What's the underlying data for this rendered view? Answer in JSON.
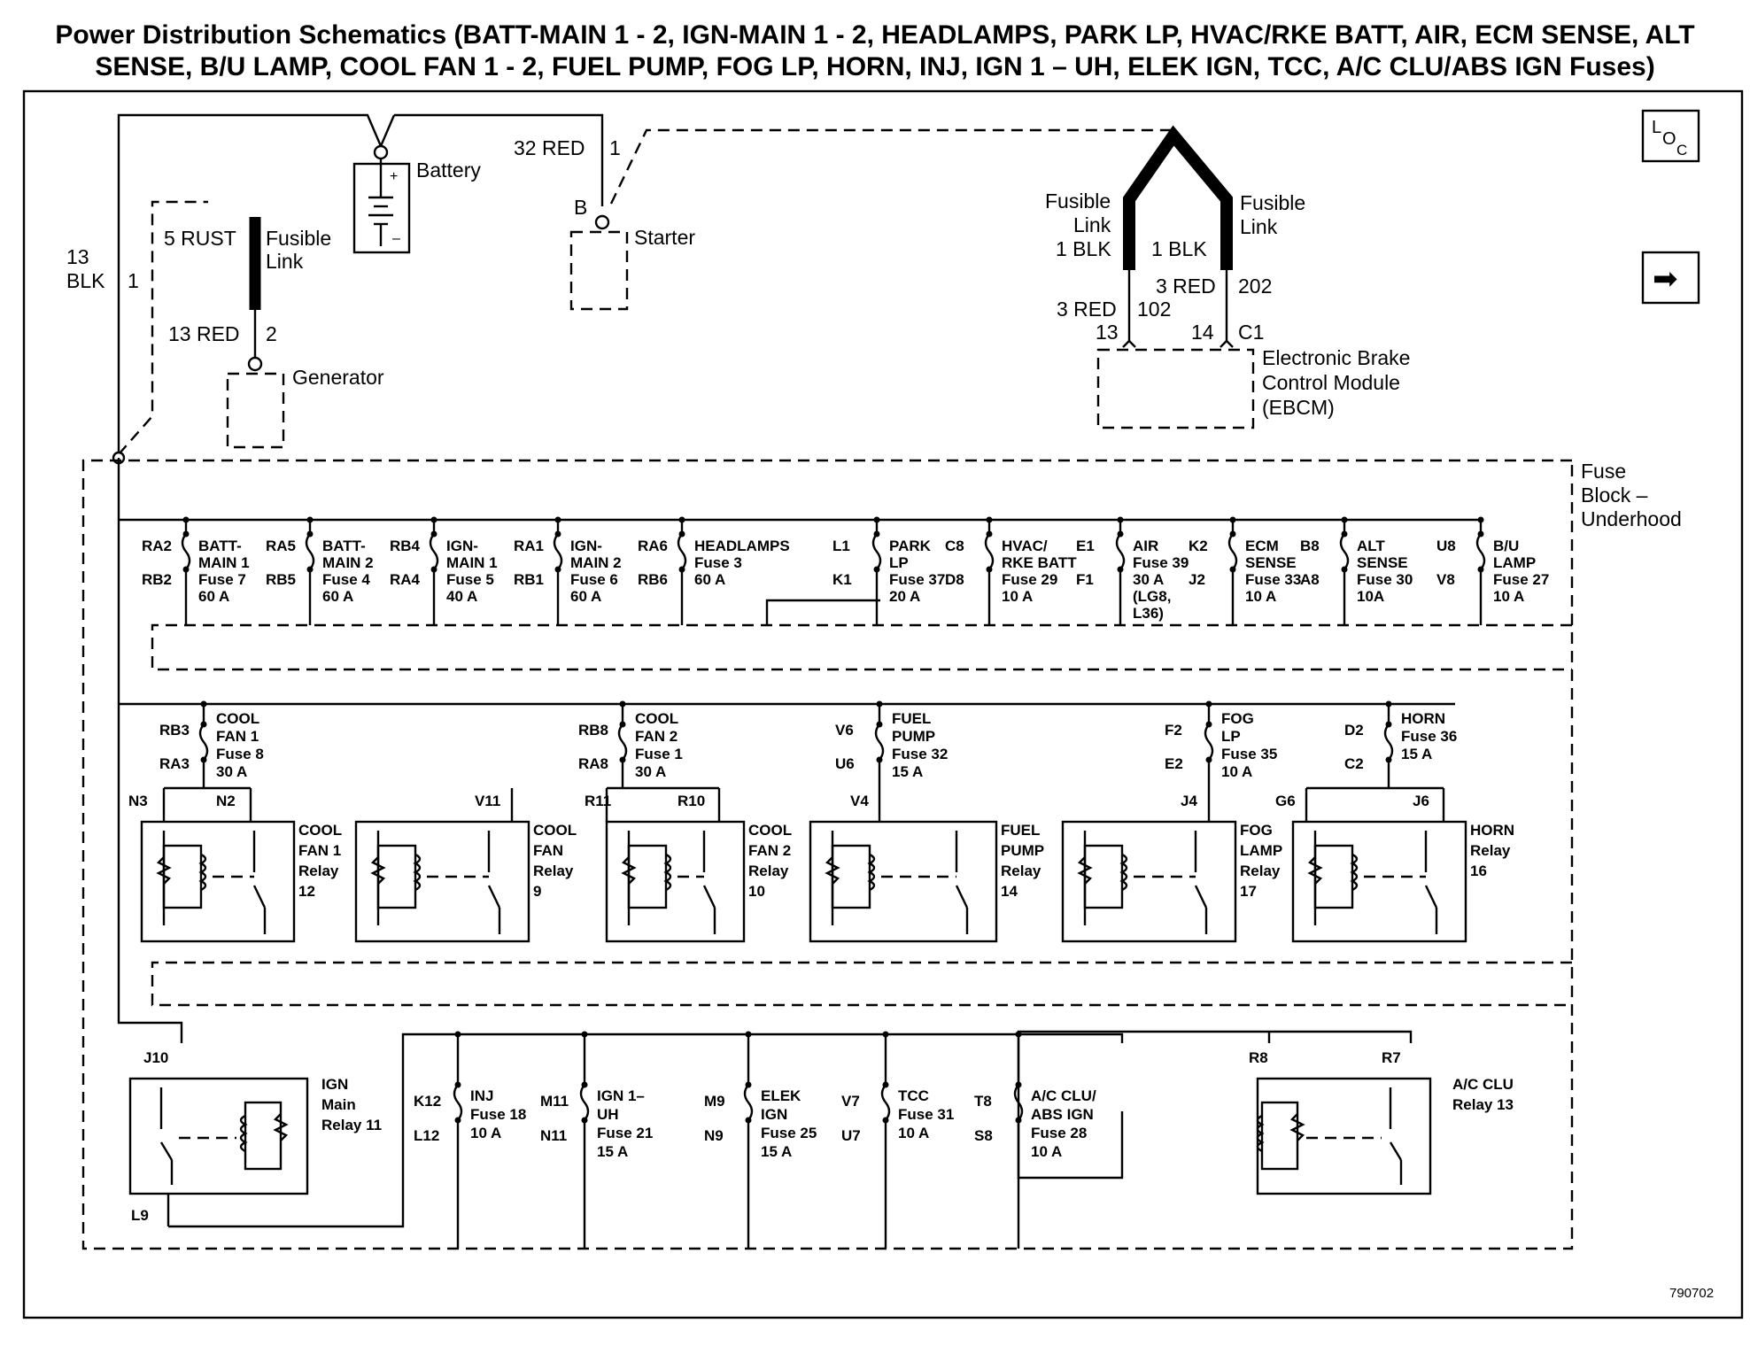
{
  "title": {
    "line1": "Power Distribution Schematics (BATT-MAIN 1 - 2, IGN-MAIN 1 - 2, HEADLAMPS, PARK LP, HVAC/RKE BATT, AIR, ECM SENSE, ALT",
    "line2": "SENSE, B/U LAMP, COOL FAN 1 - 2, FUEL PUMP, FOG LP, HORN, INJ, IGN 1 – UH, ELEK IGN, TCC, A/C CLU/ABS IGN Fuses)"
  },
  "top": {
    "battery": "Battery",
    "starter": "Starter",
    "starter_pin": "B",
    "starter_wire": "32 RED",
    "starter_wire_pin": "1",
    "generator": "Generator",
    "gen_wire": "13 RED",
    "gen_wire_pin": "2",
    "rust_wire": "5 RUST",
    "fusible_link": "Fusible",
    "fusible_link2": "Link",
    "main_wire_1": "13",
    "main_wire_2": "BLK",
    "main_wire_pin": "1",
    "ebcm_fl_left_1": "Fusible",
    "ebcm_fl_left_2": "Link",
    "ebcm_fl_left_3": "1 BLK",
    "ebcm_fl_right_1": "Fusible",
    "ebcm_fl_right_2": "Link",
    "ebcm_fl_right_3": "1 BLK",
    "ebcm_w1": "3 RED",
    "ebcm_w1_ckt": "102",
    "ebcm_w2": "3 RED",
    "ebcm_w2_ckt": "202",
    "ebcm_pin13": "13",
    "ebcm_pin14": "14",
    "ebcm_conn": "C1",
    "ebcm_1": "Electronic Brake",
    "ebcm_2": "Control Module",
    "ebcm_3": "(EBCM)",
    "fuse_block_1": "Fuse",
    "fuse_block_2": "Block –",
    "fuse_block_3": "Underhood",
    "loc_l": "L",
    "loc_o": "O",
    "loc_c": "C",
    "next_arrow": "➡",
    "figure_no": "790702"
  },
  "fuses_row1": [
    {
      "top_pin": "RA2",
      "bot_pin": "RB2",
      "lines": [
        "BATT-",
        "MAIN 1",
        "Fuse 7",
        "60 A"
      ]
    },
    {
      "top_pin": "RA5",
      "bot_pin": "RB5",
      "lines": [
        "BATT-",
        "MAIN 2",
        "Fuse 4",
        "60 A"
      ]
    },
    {
      "top_pin": "RB4",
      "bot_pin": "RA4",
      "lines": [
        "IGN-",
        "MAIN 1",
        "Fuse 5",
        "40 A"
      ]
    },
    {
      "top_pin": "RA1",
      "bot_pin": "RB1",
      "lines": [
        "IGN-",
        "MAIN 2",
        "Fuse 6",
        "60 A"
      ]
    },
    {
      "top_pin": "RA6",
      "bot_pin": "RB6",
      "lines": [
        "HEADLAMPS",
        "Fuse 3",
        "60 A"
      ]
    },
    {
      "top_pin": "L1",
      "bot_pin": "K1",
      "lines": [
        "PARK",
        "LP",
        "Fuse 37",
        "20 A"
      ]
    },
    {
      "top_pin": "C8",
      "bot_pin": "D8",
      "lines": [
        "HVAC/",
        "RKE BATT",
        "Fuse 29",
        "10 A"
      ]
    },
    {
      "top_pin": "E1",
      "bot_pin": "F1",
      "lines": [
        "AIR",
        "Fuse 39",
        "30 A",
        "(LG8,",
        "L36)"
      ]
    },
    {
      "top_pin": "K2",
      "bot_pin": "J2",
      "lines": [
        "ECM",
        "SENSE",
        "Fuse 33",
        "10 A"
      ]
    },
    {
      "top_pin": "B8",
      "bot_pin": "A8",
      "lines": [
        "ALT",
        "SENSE",
        "Fuse 30",
        "10A"
      ]
    },
    {
      "top_pin": "U8",
      "bot_pin": "V8",
      "lines": [
        "B/U",
        "LAMP",
        "Fuse 27",
        "10 A"
      ]
    }
  ],
  "fuses_row2": [
    {
      "top_pin": "RB3",
      "bot_pin": "RA3",
      "lines": [
        "COOL",
        "FAN 1",
        "Fuse 8",
        "30 A"
      ]
    },
    {
      "top_pin": "RB8",
      "bot_pin": "RA8",
      "lines": [
        "COOL",
        "FAN 2",
        "Fuse 1",
        "30 A"
      ]
    },
    {
      "top_pin": "V6",
      "bot_pin": "U6",
      "lines": [
        "FUEL",
        "PUMP",
        "Fuse 32",
        "15 A"
      ]
    },
    {
      "top_pin": "F2",
      "bot_pin": "E2",
      "lines": [
        "FOG",
        "LP",
        "Fuse 35",
        "10 A"
      ]
    },
    {
      "top_pin": "D2",
      "bot_pin": "C2",
      "lines": [
        "HORN",
        "Fuse 36",
        "15 A"
      ]
    }
  ],
  "relays_row2": [
    {
      "pins": [
        "N3",
        "N2"
      ],
      "lines": [
        "COOL",
        "FAN 1",
        "Relay",
        "12"
      ]
    },
    {
      "pins": [
        "V11"
      ],
      "lines": [
        "COOL",
        "FAN",
        "Relay",
        "9"
      ]
    },
    {
      "pins": [
        "R11",
        "R10"
      ],
      "lines": [
        "COOL",
        "FAN 2",
        "Relay",
        "10"
      ]
    },
    {
      "pins": [
        "V4"
      ],
      "lines": [
        "FUEL",
        "PUMP",
        "Relay",
        "14"
      ]
    },
    {
      "pins": [
        "J4"
      ],
      "lines": [
        "FOG",
        "LAMP",
        "Relay",
        "17"
      ]
    },
    {
      "pins": [
        "G6",
        "J6"
      ],
      "lines": [
        "HORN",
        "Relay",
        "16"
      ]
    }
  ],
  "fuses_row3": [
    {
      "top_pin": "K12",
      "bot_pin": "L12",
      "lines": [
        "INJ",
        "Fuse 18",
        "10 A"
      ]
    },
    {
      "top_pin": "M11",
      "bot_pin": "N11",
      "lines": [
        "IGN 1–",
        "UH",
        "Fuse 21",
        "15 A"
      ]
    },
    {
      "top_pin": "M9",
      "bot_pin": "N9",
      "lines": [
        "ELEK",
        "IGN",
        "Fuse 25",
        "15 A"
      ]
    },
    {
      "top_pin": "V7",
      "bot_pin": "U7",
      "lines": [
        "TCC",
        "Fuse 31",
        "10 A"
      ]
    },
    {
      "top_pin": "T8",
      "bot_pin": "S8",
      "lines": [
        "A/C CLU/",
        "ABS IGN",
        "Fuse 28",
        "10 A"
      ]
    }
  ],
  "relays_row3": [
    {
      "pins": [
        "J10",
        "L9"
      ],
      "lines": [
        "IGN",
        "Main",
        "Relay 11"
      ]
    },
    {
      "pins": [
        "R8",
        "R7"
      ],
      "lines": [
        "A/C CLU",
        "Relay 13"
      ]
    }
  ]
}
